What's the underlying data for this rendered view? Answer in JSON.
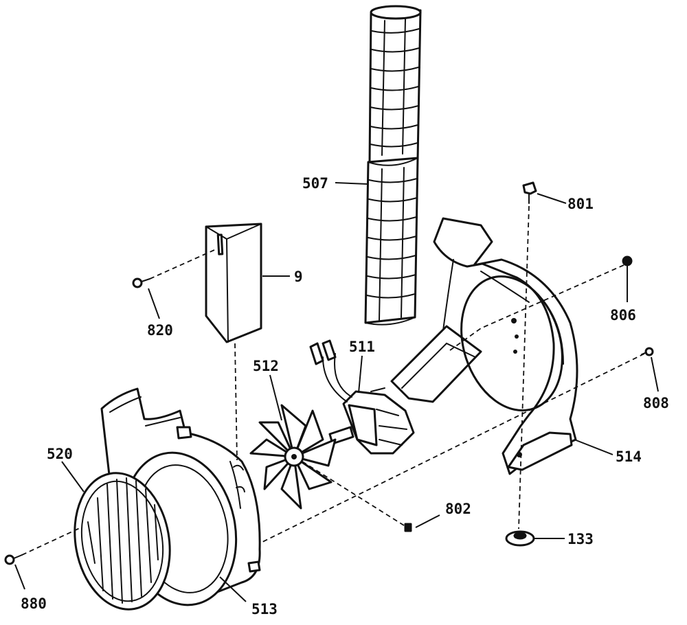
{
  "callouts": {
    "duct": "507",
    "screw_top": "801",
    "nut_right": "806",
    "bracket": "9",
    "screw_bracket": "820",
    "motor": "511",
    "fan_blade": "512",
    "screw_side": "808",
    "frame": "514",
    "grille": "520",
    "clip": "802",
    "grommet": "133",
    "screw_grille": "880",
    "housing": "513"
  }
}
